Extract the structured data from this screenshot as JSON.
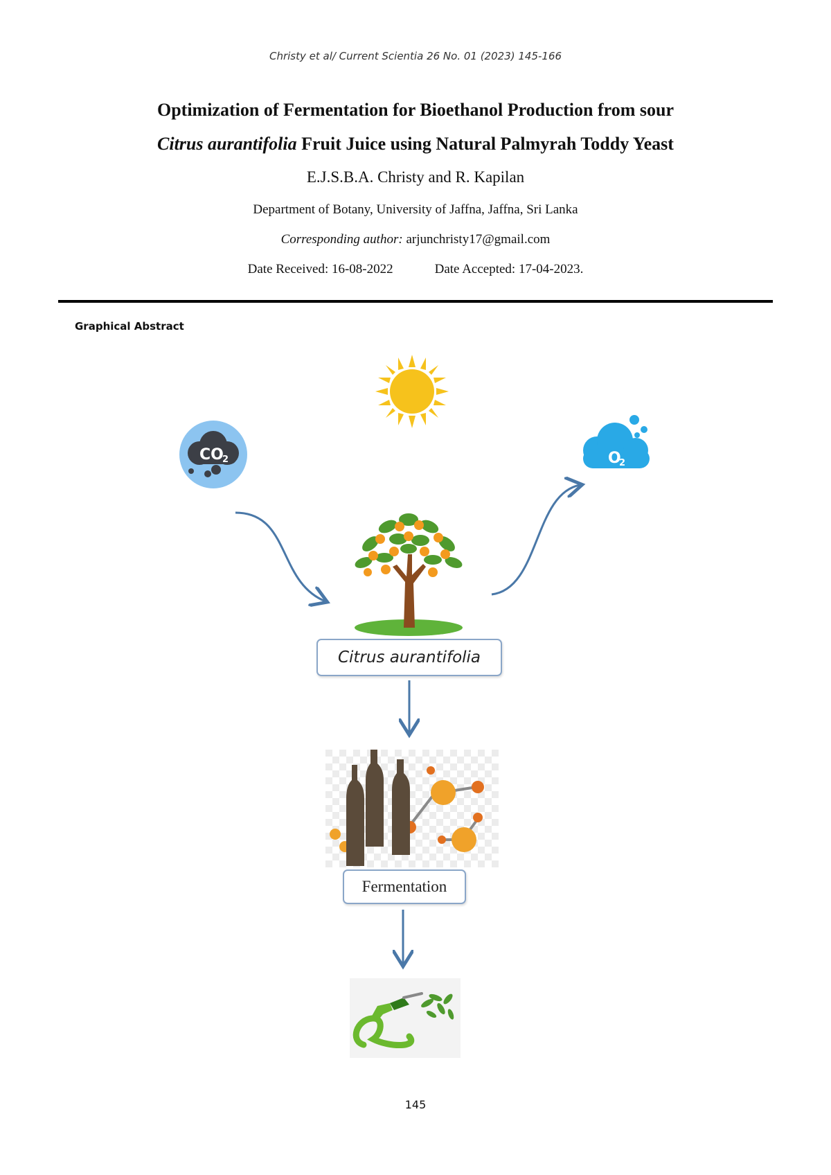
{
  "header": {
    "running_head": "Christy et al/ Current Scientia 26 No. 01 (2023) 145-166"
  },
  "article": {
    "title_line1": "Optimization of Fermentation for Bioethanol Production from sour",
    "title_line2_italic": "Citrus aurantifolia",
    "title_line2_rest": " Fruit Juice using Natural Palmyrah Toddy Yeast",
    "authors": "E.J.S.B.A. Christy and R. Kapilan",
    "affiliation": "Department of Botany, University of Jaffna, Jaffna, Sri Lanka",
    "corresponding_label": "Corresponding author:",
    "corresponding_email": " arjunchristy17@gmail.com",
    "date_received": "Date Received: 16-08-2022",
    "date_accepted": "Date Accepted: 17-04-2023."
  },
  "graphical_abstract": {
    "label": "Graphical Abstract",
    "co2_label": "CO",
    "co2_sub": "2",
    "o2_label": "O",
    "o2_sub": "2",
    "plant_label": "Citrus aurantifolia",
    "process_label": "Fermentation",
    "icons": [
      "sun-icon",
      "co2-cloud-icon",
      "o2-cloud-icon",
      "citrus-tree-icon",
      "bottles-molecules-icon",
      "biofuel-nozzle-icon"
    ],
    "colors": {
      "arrow": "#4a78a8",
      "sun": "#f6c21c",
      "co2_circle": "#8cc4f0",
      "co2_cloud": "#3c3f46",
      "o2_cloud": "#29a9e6",
      "tree_leaf": "#4f9a2e",
      "fruit": "#f39a1e",
      "trunk": "#8a4b1f",
      "bottle": "#5b4b3a",
      "molecule": "#f0a22a",
      "nozzle": "#6bb92e"
    }
  },
  "footer": {
    "page_number": "145"
  }
}
